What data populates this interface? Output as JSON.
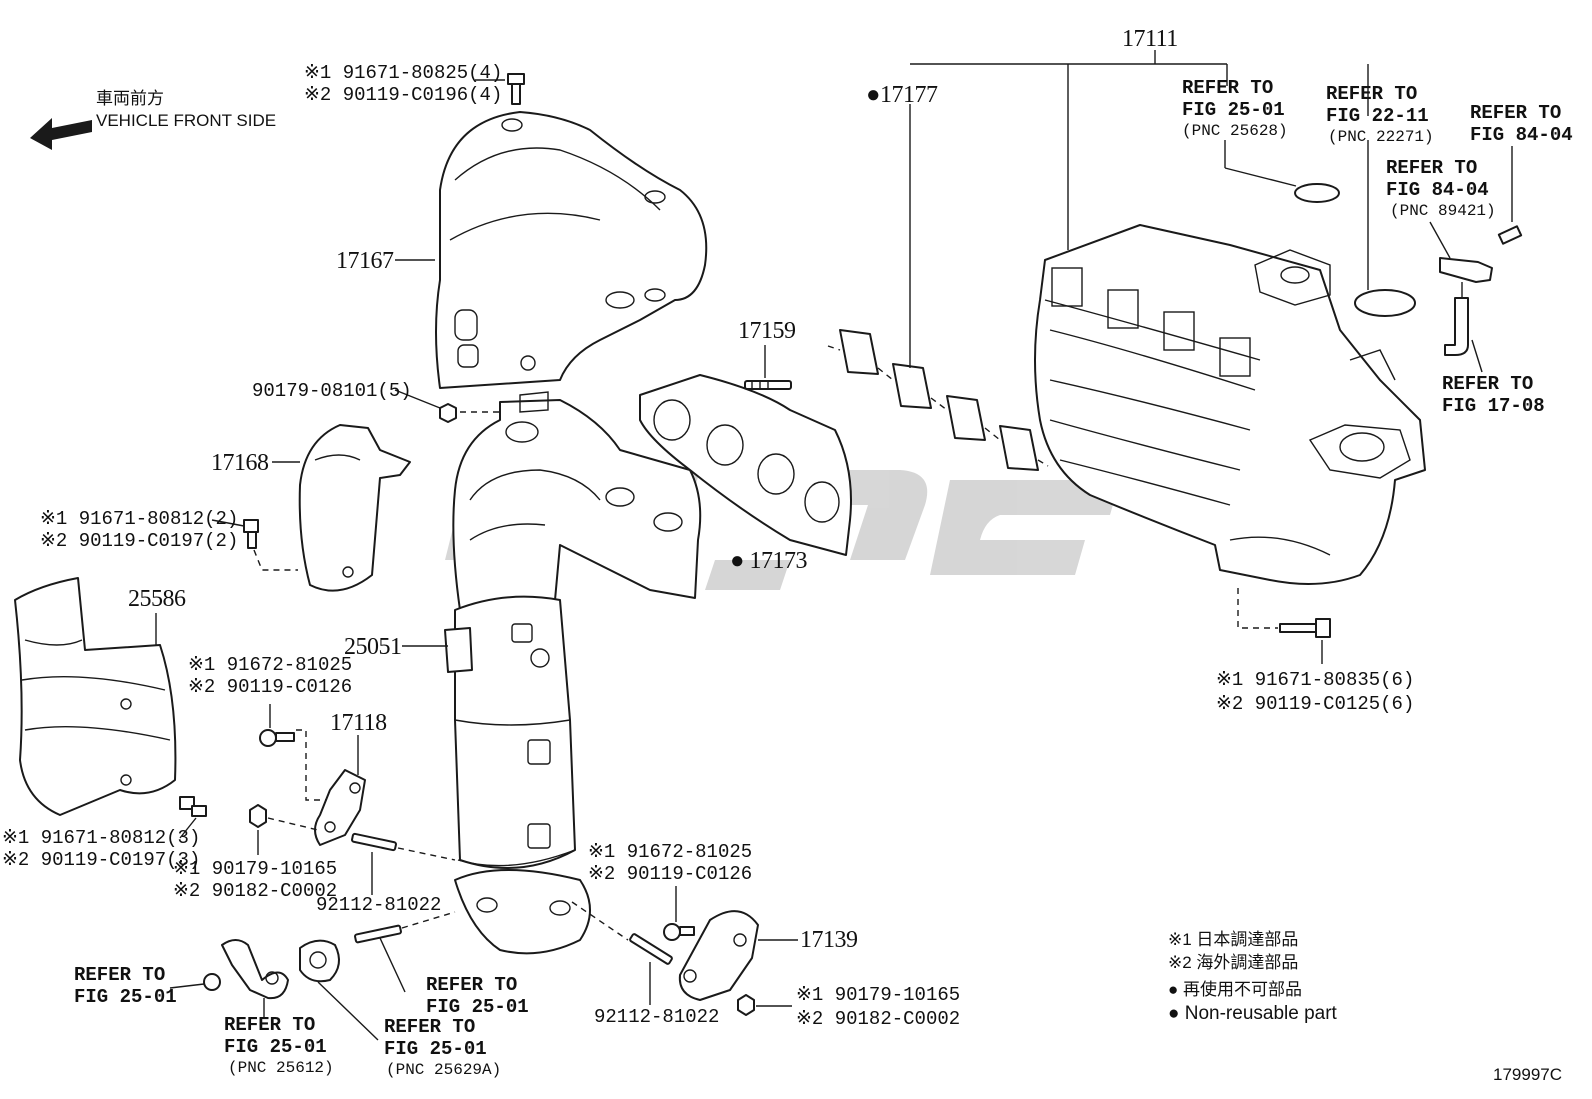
{
  "header": {
    "front_jp": "車両前方",
    "front_en": "VEHICLE FRONT SIDE"
  },
  "parts": {
    "p17111": "17111",
    "p17177": "●17177",
    "p17167": "17167",
    "p17159": "17159",
    "p17168": "17168",
    "p25586": "25586",
    "p25051": "25051",
    "p17118": "17118",
    "p17173": "● 17173",
    "p17139": "17139"
  },
  "bolts": {
    "b_top_1": "※1 91671-80825(4)",
    "b_top_2": "※2 90119-C0196(4)",
    "b_90179_08101": "90179-08101(5)",
    "b_left1_1": "※1 91671-80812(2)",
    "b_left1_2": "※2 90119-C0197(2)",
    "b_mid_1": "※1 91672-81025",
    "b_mid_2": "※2 90119-C0126",
    "b_left2_1": "※1 91671-80812(3)",
    "b_left2_2": "※2 90119-C0197(3)",
    "b_nut_1": "※1 90179-10165",
    "b_nut_2": "※2 90182-C0002",
    "b_stud_a": "92112-81022",
    "b_low_1": "※1 91672-81025",
    "b_low_2": "※2 90119-C0126",
    "b_stud_b": "92112-81022",
    "b_nut2_1": "※1 90179-10165",
    "b_nut2_2": "※2 90182-C0002",
    "b_mani_1": "※1 91671-80835(6)",
    "b_mani_2": "※2 90119-C0125(6)"
  },
  "refs": {
    "r1_a": "REFER TO",
    "r1_b": "FIG 25-01",
    "r1_c": "(PNC 25628)",
    "r2_a": "REFER TO",
    "r2_b": "FIG 22-11",
    "r2_c": "(PNC 22271)",
    "r3_a": "REFER TO",
    "r3_b": "FIG 84-04",
    "r4_a": "REFER TO",
    "r4_b": "FIG 84-04",
    "r4_c": "(PNC 89421)",
    "r5_a": "REFER TO",
    "r5_b": "FIG 17-08",
    "r6_a": "REFER TO",
    "r6_b": "FIG 25-01",
    "r7_a": "REFER TO",
    "r7_b": "FIG 25-01",
    "r7_c": "(PNC 25612)",
    "r8_a": "REFER TO",
    "r8_b": "FIG 25-01",
    "r8_c": "(PNC 25629A)",
    "r9_a": "REFER TO",
    "r9_b": "FIG 25-01"
  },
  "legend": {
    "l1": "※1 日本調達部品",
    "l2": "※2 海外調達部品",
    "l3": "● 再使用不可部品",
    "l4": "● Non-reusable part"
  },
  "footer": {
    "figure_id": "179997C"
  }
}
